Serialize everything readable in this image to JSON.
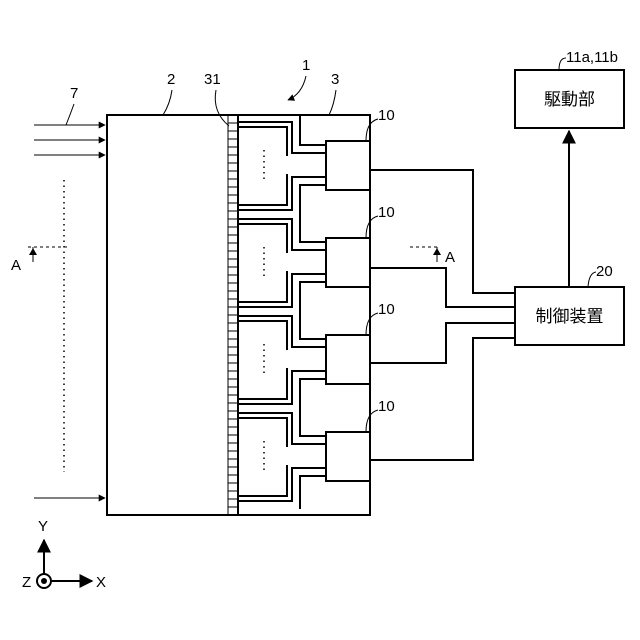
{
  "labels": {
    "ref_1": "1",
    "ref_2": "2",
    "ref_3": "3",
    "ref_7": "7",
    "ref_31": "31",
    "ref_10": "10",
    "ref_20": "20",
    "ref_11": "11a,11b",
    "section_mark": "A"
  },
  "boxes": {
    "drive_unit": "駆動部",
    "control_device": "制御装置"
  },
  "axes": {
    "y": "Y",
    "x": "X",
    "z": "Z"
  },
  "module_count": 4
}
